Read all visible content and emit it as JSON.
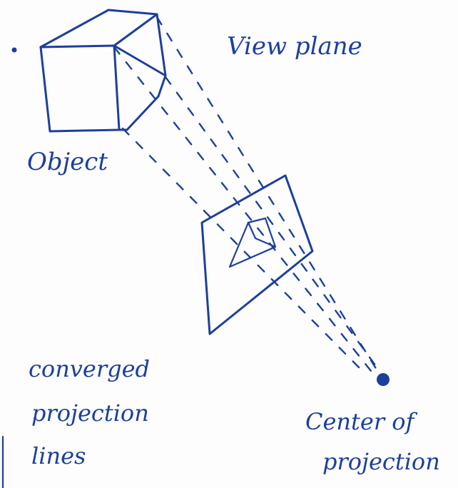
{
  "colors": {
    "ink": "#1d3f9c",
    "background": "#fdfdfd"
  },
  "labels": {
    "view_plane": "View plane",
    "object": "Object",
    "converged_lines": [
      "converged",
      "projection",
      "lines"
    ],
    "center_of_projection": [
      "Center of",
      "projection"
    ]
  }
}
